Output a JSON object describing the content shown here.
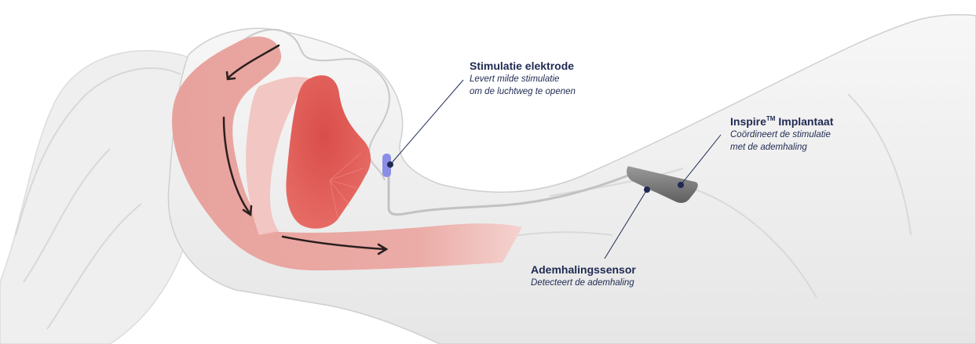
{
  "callouts": {
    "electrode": {
      "title": "Stimulatie elektrode",
      "desc_line1": "Levert milde stimulatie",
      "desc_line2": "om de luchtweg te openen"
    },
    "implant": {
      "title_main": "Inspire",
      "title_sup": "TM",
      "title_rest": " Implantaat",
      "desc_line1": "Coördineert de stimulatie",
      "desc_line2": "met de ademhaling"
    },
    "sensor": {
      "title": "Ademhalingssensor",
      "desc_line1": "Detecteert de ademhaling"
    }
  },
  "colors": {
    "text": "#1f2a52",
    "airway": "#e9a3a0",
    "tongue": "#e0544f",
    "body": "#f2f2f2",
    "electrode": "#8a8ee8",
    "device": "#7d7d7d",
    "arrow": "#2a1f1f"
  }
}
